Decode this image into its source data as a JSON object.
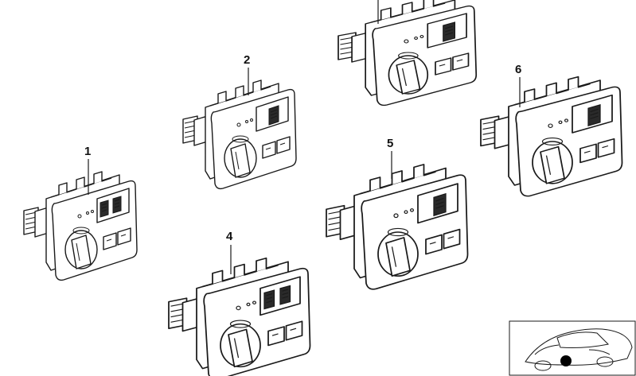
{
  "diagram": {
    "type": "exploded-parts",
    "callouts": [
      {
        "id": "1",
        "text": "1"
      },
      {
        "id": "2",
        "text": "2"
      },
      {
        "id": "3",
        "text": ""
      },
      {
        "id": "4",
        "text": "4"
      },
      {
        "id": "5",
        "text": "5"
      },
      {
        "id": "6",
        "text": "6"
      }
    ],
    "thumbnail": {
      "icon": "car-location-icon",
      "marker": "dot-marker-icon"
    },
    "colors": {
      "line": "#1a1a1a",
      "background": "#ffffff",
      "fill_dark": "#2a2a2a"
    }
  }
}
